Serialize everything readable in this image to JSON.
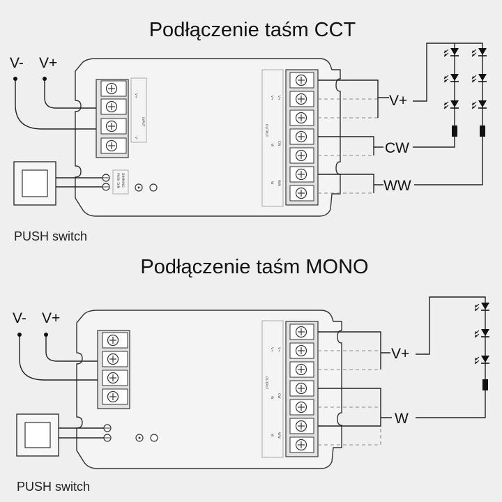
{
  "cct": {
    "title": "Podłączenie taśm CCT",
    "input_labels": {
      "neg": "V-",
      "pos": "V+"
    },
    "output_labels": {
      "vplus": "V+",
      "cw": "CW",
      "ww": "WW"
    },
    "push_label": "PUSH switch",
    "panel": {
      "input": "INPUT",
      "vplus": "V+",
      "vminus": "V-",
      "output": "OUTPUT",
      "out_vplus_1": "V+",
      "out_vplus_2": "V+",
      "out_w_1": "W",
      "out_cw": "CW",
      "out_w_2": "W",
      "out_ww": "WW",
      "dimming": "DIMMING",
      "push_dim": "PUSH DIM"
    }
  },
  "mono": {
    "title": "Podłączenie taśm MONO",
    "input_labels": {
      "neg": "V-",
      "pos": "V+"
    },
    "output_labels": {
      "vplus": "V+",
      "w": "W"
    },
    "push_label": "PUSH switch",
    "panel": {
      "output": "OUTPUT",
      "out_vplus_1": "V+",
      "out_vplus_2": "V+",
      "out_w_1": "W",
      "out_cw": "CW",
      "out_w_2": "W",
      "out_ww": "WW"
    }
  }
}
